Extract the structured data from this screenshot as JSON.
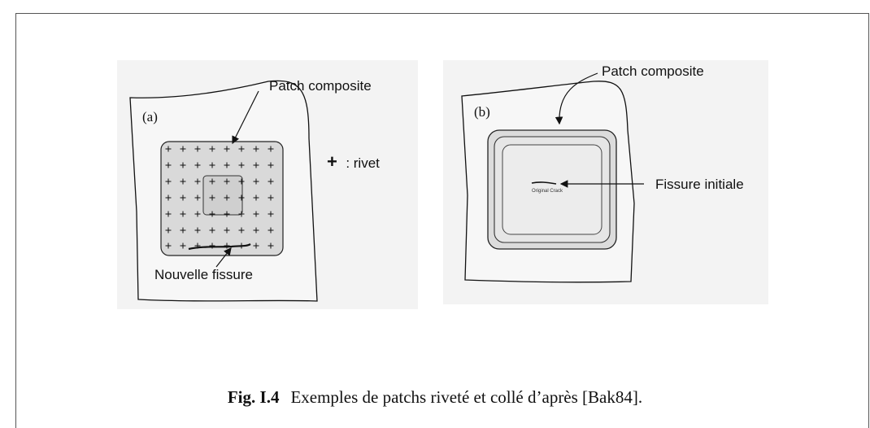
{
  "figure": {
    "panel_a": {
      "tag": "(a)",
      "patch_label": "Patch composite",
      "legend_symbol": "+",
      "legend_text": ": rivet",
      "crack_label": "Nouvelle fissure"
    },
    "panel_b": {
      "tag": "(b)",
      "patch_label": "Patch composite",
      "crack_label": "Fissure initiale",
      "inner_text": "Original Crack"
    }
  },
  "caption": {
    "number": "Fig. I.4",
    "text": "Exemples de patchs riveté et collé d’après [Bak84]."
  }
}
